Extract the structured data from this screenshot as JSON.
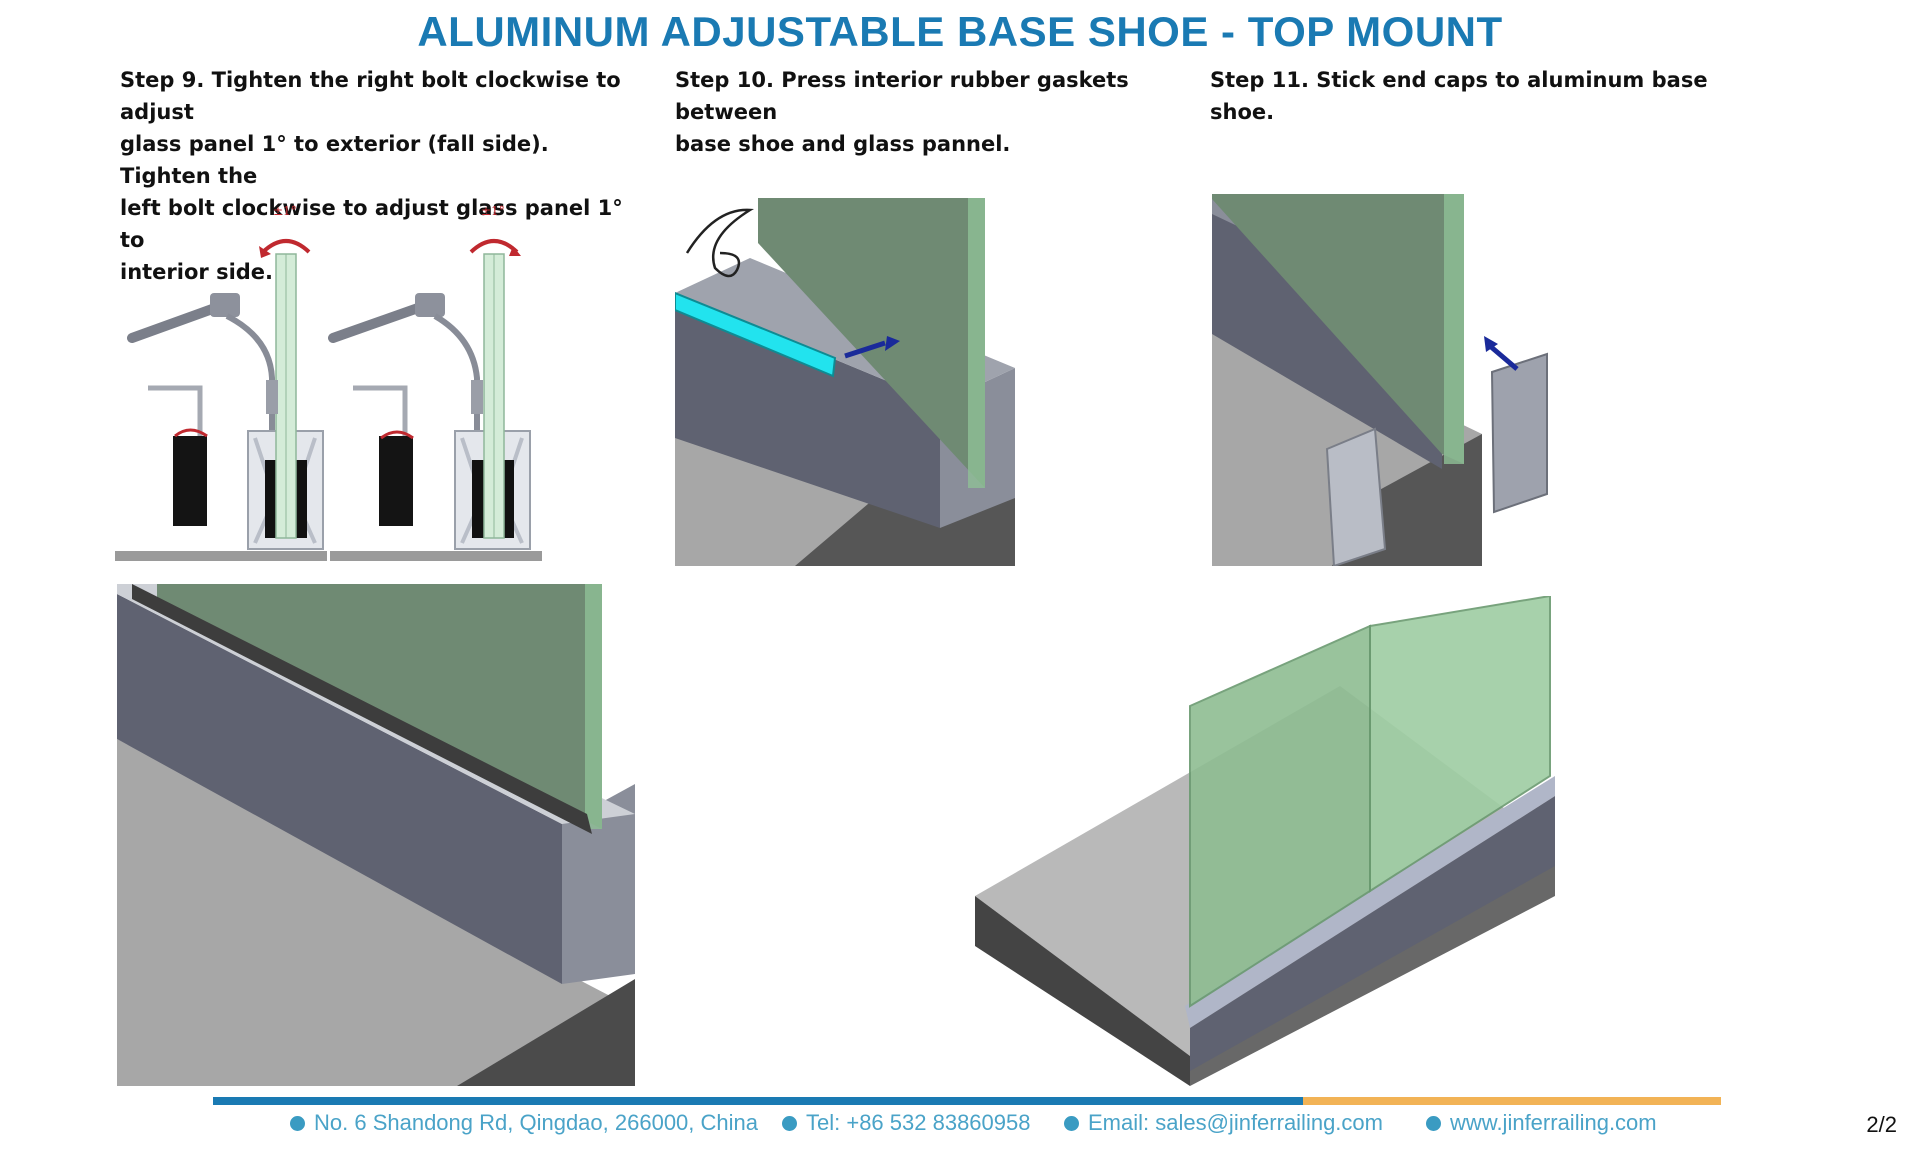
{
  "title": "ALUMINUM ADJUSTABLE BASE SHOE - TOP MOUNT",
  "steps": [
    {
      "lines": [
        "Step 9. Tighten the right bolt clockwise to adjust",
        "glass panel 1° to exterior (fall side). Tighten the",
        "left bolt clockwise to adjust glass panel 1° to",
        "interior side."
      ]
    },
    {
      "lines": [
        "Step 10. Press interior rubber gaskets between",
        "base shoe and glass pannel."
      ]
    },
    {
      "lines": [
        "Step 11.  Stick end caps to aluminum base shoe."
      ]
    }
  ],
  "figures": {
    "step9": {
      "angle_label_left": "±1°",
      "angle_label_right": "±1°"
    }
  },
  "colors": {
    "title": "#1a7ab3",
    "glass": "#7fb88e",
    "aluminum": "#5f6271",
    "gasket": "#22e3ee",
    "arrow": "#1a2a9a",
    "footer_blue": "#1a7ab3",
    "footer_orange": "#f2b356"
  },
  "footer": {
    "address": "No. 6 Shandong Rd, Qingdao, 266000, China",
    "tel": "Tel: +86 532 83860958",
    "email": "Email: sales@jinferrailing.com",
    "web": "www.jinferrailing.com"
  },
  "page": "2/2"
}
